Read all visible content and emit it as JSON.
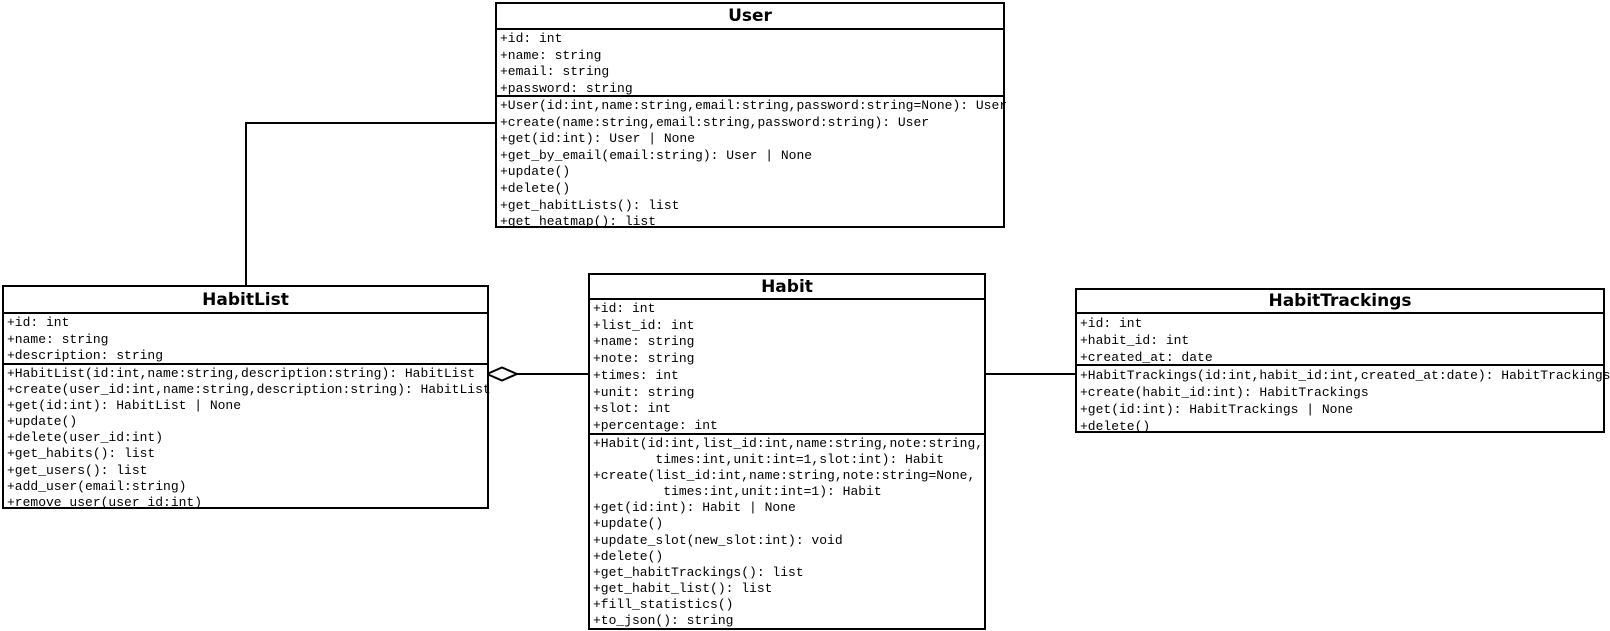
{
  "diagram": {
    "type": "uml-class-diagram",
    "background_color": "#ffffff",
    "line_color": "#000000",
    "classes": [
      {
        "name": "User",
        "attributes": [
          "+id: int",
          "+name: string",
          "+email: string",
          "+password: string"
        ],
        "methods": [
          "+User(id:int,name:string,email:string,password:string=None): User",
          "+create(name:string,email:string,password:string): User",
          "+get(id:int): User | None",
          "+get_by_email(email:string): User | None",
          "+update()",
          "+delete()",
          "+get_habitLists(): list",
          "+get_heatmap(): list"
        ]
      },
      {
        "name": "HabitList",
        "attributes": [
          "+id: int",
          "+name: string",
          "+description: string"
        ],
        "methods": [
          "+HabitList(id:int,name:string,description:string): HabitList",
          "+create(user_id:int,name:string,description:string): HabitList",
          "+get(id:int): HabitList | None",
          "+update()",
          "+delete(user_id:int)",
          "+get_habits(): list",
          "+get_users(): list",
          "+add_user(email:string)",
          "+remove_user(user_id:int)"
        ]
      },
      {
        "name": "Habit",
        "attributes": [
          "+id: int",
          "+list_id: int",
          "+name: string",
          "+note: string",
          "+times: int",
          "+unit: string",
          "+slot: int",
          "+percentage: int"
        ],
        "methods": [
          "+Habit(id:int,list_id:int,name:string,note:string,",
          "        times:int,unit:int=1,slot:int): Habit",
          "+create(list_id:int,name:string,note:string=None,",
          "         times:int,unit:int=1): Habit",
          "+get(id:int): Habit | None",
          "+update()",
          "+update_slot(new_slot:int): void",
          "+delete()",
          "+get_habitTrackings(): list",
          "+get_habit_list(): list",
          "+fill_statistics()",
          "+to_json(): string"
        ]
      },
      {
        "name": "HabitTrackings",
        "attributes": [
          "+id: int",
          "+habit_id: int",
          "+created_at: date"
        ],
        "methods": [
          "+HabitTrackings(id:int,habit_id:int,created_at:date): HabitTrackings",
          "+create(habit_id:int): HabitTrackings",
          "+get(id:int): HabitTrackings | None",
          "+delete()"
        ]
      }
    ],
    "relationships": [
      {
        "from": "User",
        "to": "HabitList",
        "type": "association",
        "shape": "elbow"
      },
      {
        "from": "HabitList",
        "to": "Habit",
        "type": "aggregation",
        "diamond_at": "HabitList"
      },
      {
        "from": "Habit",
        "to": "HabitTrackings",
        "type": "association",
        "shape": "straight"
      }
    ]
  }
}
